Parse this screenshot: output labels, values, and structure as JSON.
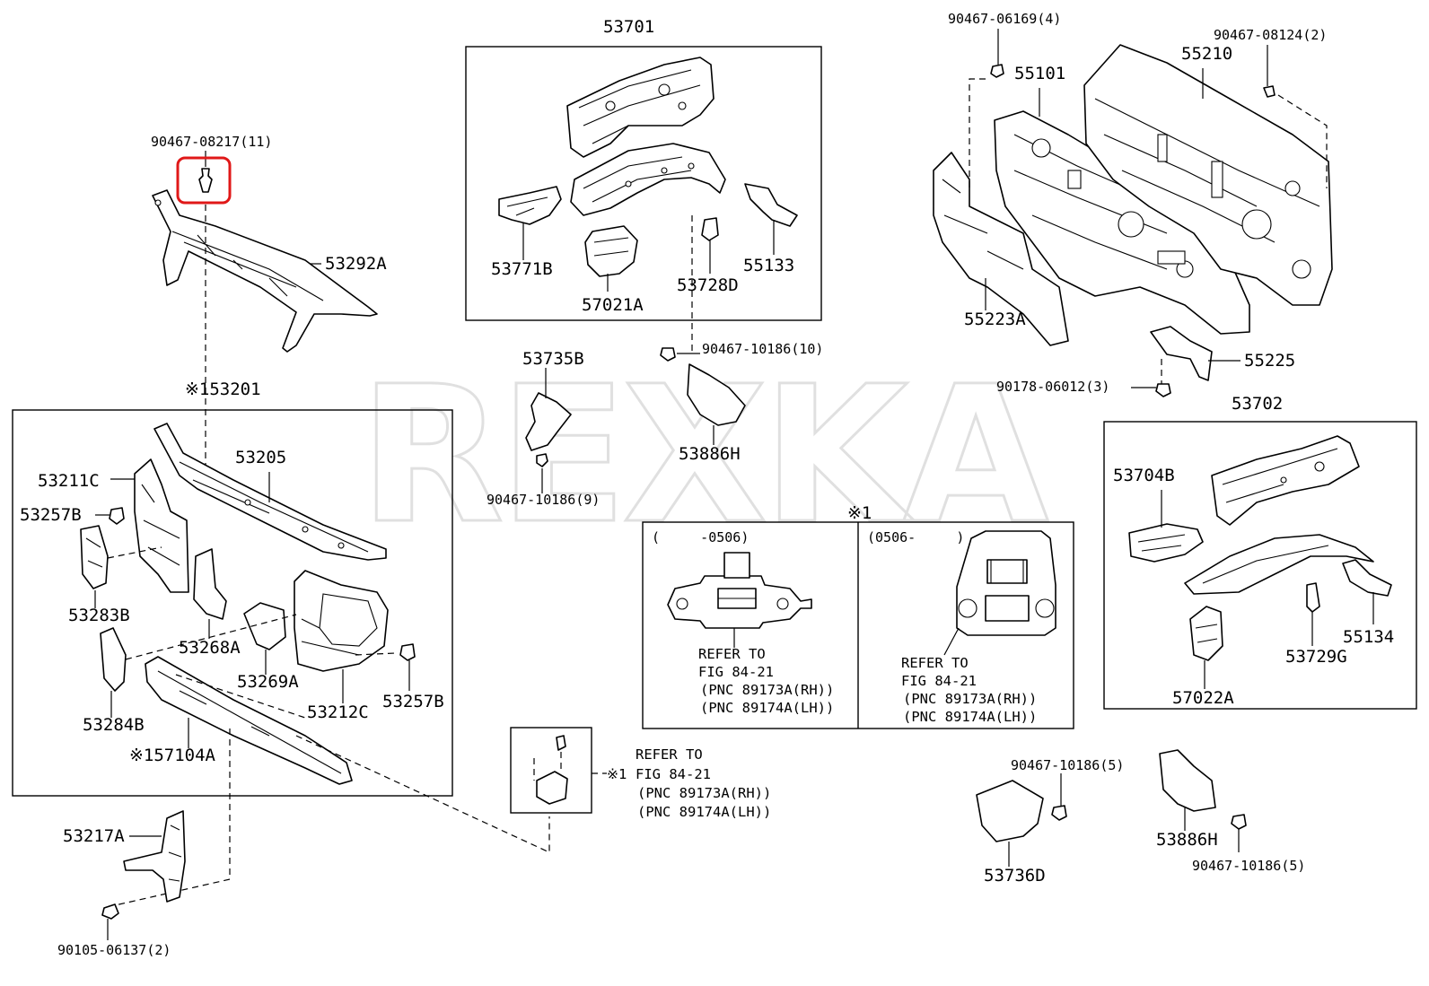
{
  "watermark": "REXKA",
  "highlight_color": "#e01818",
  "labels": {
    "p53701": "53701",
    "p53771b": "53771B",
    "p57021a": "57021A",
    "p53728d": "53728D",
    "p55133": "55133",
    "p53735b": "53735B",
    "p90467_10186_10": "90467-10186(10)",
    "p53886h_center": "53886H",
    "p90467_10186_9": "90467-10186(9)",
    "p90467_08217": "90467-08217(11)",
    "p53292a": "53292A",
    "p53201": "※153201",
    "p53205": "53205",
    "p53211c": "53211C",
    "p53257b_left": "53257B",
    "p53283b": "53283B",
    "p53268a": "53268A",
    "p53269a": "53269A",
    "p53212c": "53212C",
    "p53257b_right": "53257B",
    "p53284b": "53284B",
    "p57104a": "※157104A",
    "p53217a": "53217A",
    "p90105_06137": "90105-06137(2)",
    "p90467_06169": "90467-06169(4)",
    "p90467_08124": "90467-08124(2)",
    "p55101": "55101",
    "p55210": "55210",
    "p55223a": "55223A",
    "p55225": "55225",
    "p90178_06012": "90178-06012(3)",
    "p53702": "53702",
    "p53704b": "53704B",
    "p55134": "55134",
    "p53729g": "53729G",
    "p57022a": "57022A",
    "p90467_10186_5a": "90467-10186(5)",
    "p53886h_right": "53886H",
    "p90467_10186_5b": "90467-10186(5)",
    "p53736d": "53736D",
    "note1": "※1"
  },
  "panels": {
    "left": {
      "range": "(     -0506)",
      "refer": [
        "REFER TO",
        "FIG 84-21",
        "(PNC 89173A(RH))",
        "(PNC 89174A(LH))"
      ]
    },
    "right": {
      "range": "(0506-     )",
      "refer": [
        "REFER TO",
        "FIG 84-21",
        "(PNC 89173A(RH))",
        "(PNC 89174A(LH))"
      ]
    }
  },
  "small_ref": {
    "mark": "※1",
    "refer": [
      "REFER TO",
      "FIG 84-21",
      "(PNC 89173A(RH))",
      "(PNC 89174A(LH))"
    ]
  }
}
